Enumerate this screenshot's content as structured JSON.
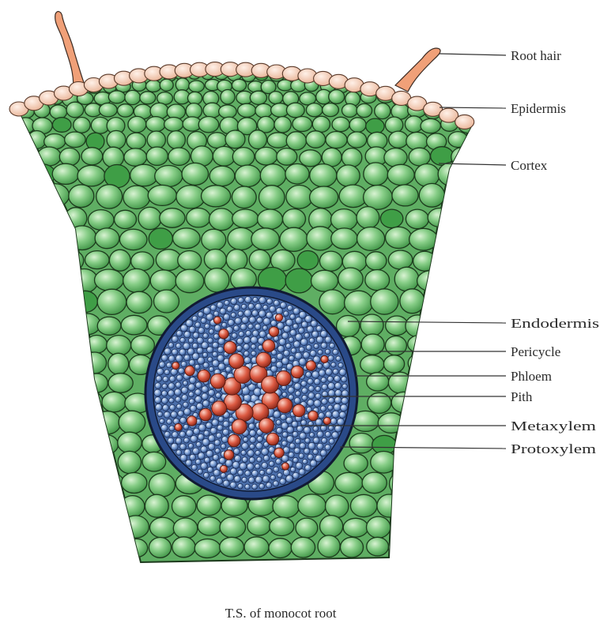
{
  "caption": "T.S. of monocot root",
  "labels": [
    {
      "id": "root-hair",
      "text": "Root hair"
    },
    {
      "id": "epidermis",
      "text": "Epidermis"
    },
    {
      "id": "cortex",
      "text": "Cortex"
    },
    {
      "id": "endodermis",
      "text": "Endodermis"
    },
    {
      "id": "pericycle",
      "text": "Pericycle"
    },
    {
      "id": "phloem",
      "text": "Phloem"
    },
    {
      "id": "pith",
      "text": "Pith"
    },
    {
      "id": "metaxylem",
      "text": "Metaxylem"
    },
    {
      "id": "protoxylem",
      "text": "Protoxylem"
    }
  ],
  "colors": {
    "cortex_fill": "#74c27a",
    "cortex_light": "#b9e7b4",
    "cortex_outline": "#1d3a1d",
    "epidermis_fill": "#f3c7ae",
    "root_hair_fill": "#f0a078",
    "stele_fill": "#7ea1d4",
    "stele_dark": "#1f3766",
    "xylem_fill": "#d7553f"
  },
  "xylem_arms": 8
}
